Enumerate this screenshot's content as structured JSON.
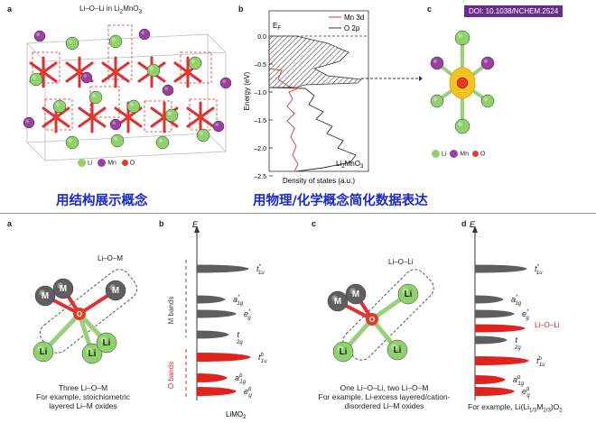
{
  "top": {
    "panel_a": {
      "letter": "a",
      "title": "Li–O–Li in Li",
      "title_sub": "2",
      "title_tail": "MnO",
      "title_sub2": "3",
      "legend": [
        "Li",
        "Mn",
        "O"
      ]
    },
    "panel_b": {
      "letter": "b",
      "ylabel": "Energy (eV)",
      "xlabel": "Density of states (a.u.)",
      "ef_label": "E",
      "ef_sub": "F",
      "legend_mn": "Mn 3d",
      "legend_o": "O 2p",
      "compound": "Li",
      "compound_sub": "2",
      "compound_tail": "MnO",
      "compound_sub2": "3",
      "yticks": [
        "0.0",
        "–0.5",
        "–1.0",
        "–1.5",
        "–2.0",
        "–2.5"
      ]
    },
    "panel_c": {
      "letter": "c",
      "doi": "DOI: 10.1038/NCHEM.2524",
      "legend": [
        "Li",
        "Mn",
        "O"
      ]
    },
    "cn_left": "用结构展示概念",
    "cn_right": "用物理/化学概念简化数据表达"
  },
  "bottom": {
    "panel_a": {
      "letter": "a",
      "title": "Li–O–M",
      "atoms": [
        "M",
        "M",
        "M",
        "O",
        "Li",
        "Li",
        "Li"
      ],
      "caption": [
        "Three Li–O–M",
        "For example, stoichiometric",
        "layered Li–M oxides"
      ]
    },
    "panel_b": {
      "letter": "b",
      "axis": "E",
      "m_bands": "M bands",
      "o_bands": "O bands",
      "levels": [
        "t*1u",
        "a*1g",
        "e*g",
        "t2g",
        "tb1u",
        "ab1g",
        "ebg"
      ],
      "compound": "LiMO",
      "compound_sub": "2"
    },
    "panel_c": {
      "letter": "c",
      "title": "Li–O–Li",
      "atoms": [
        "M",
        "M",
        "Li",
        "O",
        "Li",
        "Li"
      ],
      "caption": [
        "One Li–O–Li, two Li–O–M",
        "For example, Li-excess layered/cation-",
        "disordered Li–M oxides"
      ]
    },
    "panel_d": {
      "letter": "d",
      "axis": "E",
      "extra_level": "Li–O–Li",
      "caption_prefix": "For example, Li(Li",
      "caption_sub1": "1/3",
      "caption_mid": "M",
      "caption_sub2": "2/3",
      "caption_tail": ")O",
      "caption_sub3": "2"
    }
  },
  "colors": {
    "li": "#8fd16b",
    "mn": "#9b3fa0",
    "o": "#e23a2b",
    "m_atom": "#5f5f5f",
    "band_grey": "#5e5e5e",
    "band_red": "#e0231f",
    "chinese_blue": "#1a29c9",
    "doi_bg": "#6a2c8a"
  }
}
